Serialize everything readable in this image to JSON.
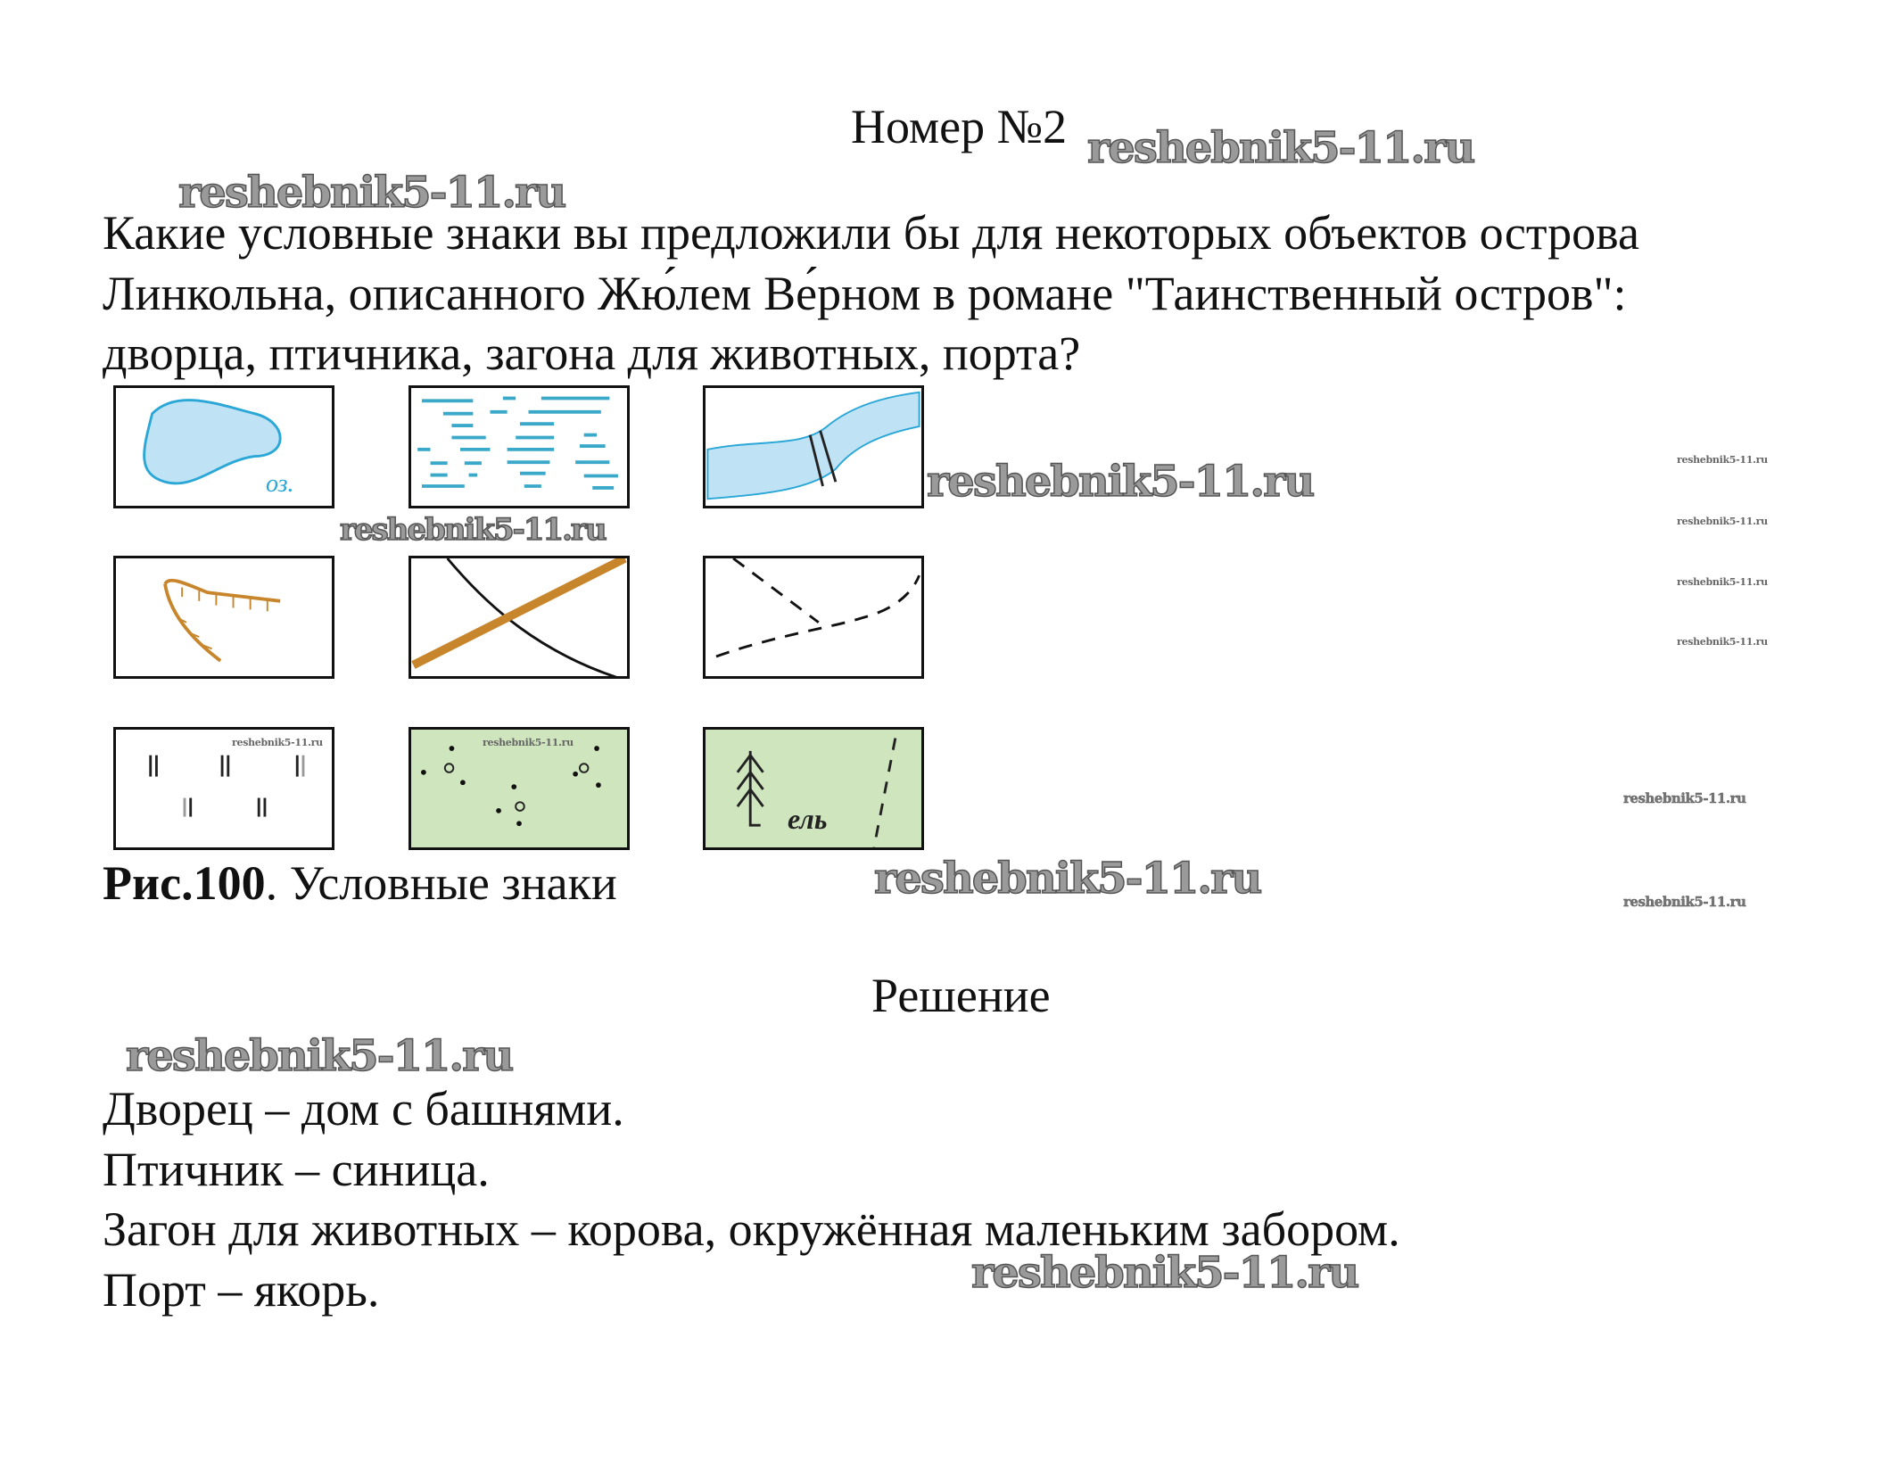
{
  "title": "Номер №2",
  "question": [
    "Какие условные знаки вы предложили бы для некоторых объектов острова",
    "Линкольна, описанного Жю́лем Ве́рном в романе  \"Таинственный остров\":",
    "дворца, птичника, загона для животных, порта?"
  ],
  "figure": {
    "lake_label": "оз.",
    "forest_label": "ель",
    "caption_bold": "Рис.100",
    "caption_rest": ". Условные знаки"
  },
  "solution_heading": "Решение",
  "answers": [
    "Дворец – дом с башнями.",
    "Птичник – синица.",
    "Загон для животных – корова, окружённая маленьким забором.",
    "Порт – якорь."
  ],
  "watermark": "reshebnik5-11.ru",
  "colors": {
    "water": "#bfe3f5",
    "water_stroke": "#2aa7d6",
    "brown": "#c8862c",
    "meadow": "#cfe5bd"
  }
}
